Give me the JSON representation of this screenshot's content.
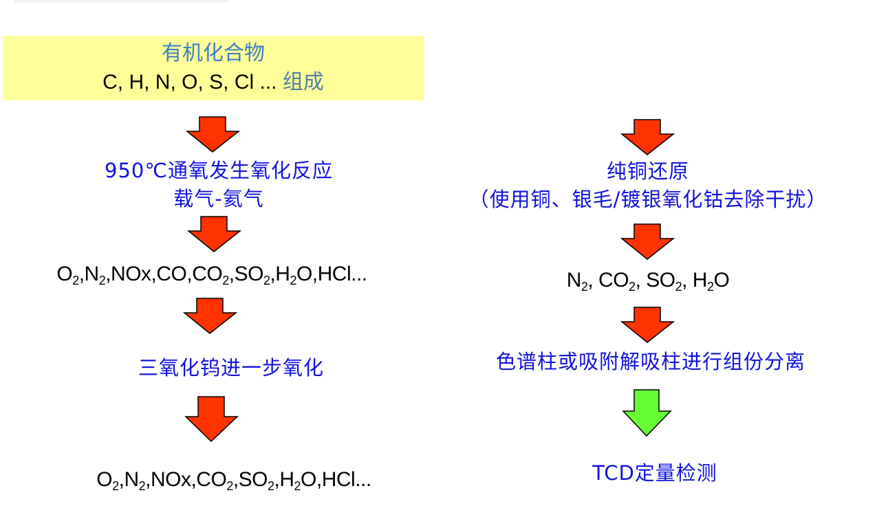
{
  "header": {
    "title": "有机化合物",
    "elements": "C, H, N, O, S, Cl ... ",
    "suffix": "组成"
  },
  "left": {
    "step1_line1": "950℃通氧发生氧化反应",
    "step1_line2": "载气-氦气",
    "products1": [
      "O",
      "2",
      ",N",
      "2",
      ",NOx,CO,CO",
      "2",
      ",SO",
      "2",
      ",H",
      "2",
      "O,HCl..."
    ],
    "step2": "三氧化钨进一步氧化",
    "products2": [
      "O",
      "2",
      ",N",
      "2",
      ",NOx,CO",
      "2",
      ",SO",
      "2",
      ",H",
      "2",
      "O,HCl..."
    ]
  },
  "right": {
    "step1_line1": "纯铜还原",
    "step1_line2": "（使用铜、银毛/镀银氧化钴去除干扰）",
    "products": [
      "N",
      "2",
      ", CO",
      "2",
      ", SO",
      "2",
      ", H",
      "2",
      "O"
    ],
    "step2": "色谱柱或吸附解吸柱进行组份分离",
    "step3": "TCD定量检测"
  },
  "colors": {
    "header_bg": "#ffff99",
    "step_text": "#1212dd",
    "arrow_red": "#ff3300",
    "arrow_green": "#66ff33"
  }
}
